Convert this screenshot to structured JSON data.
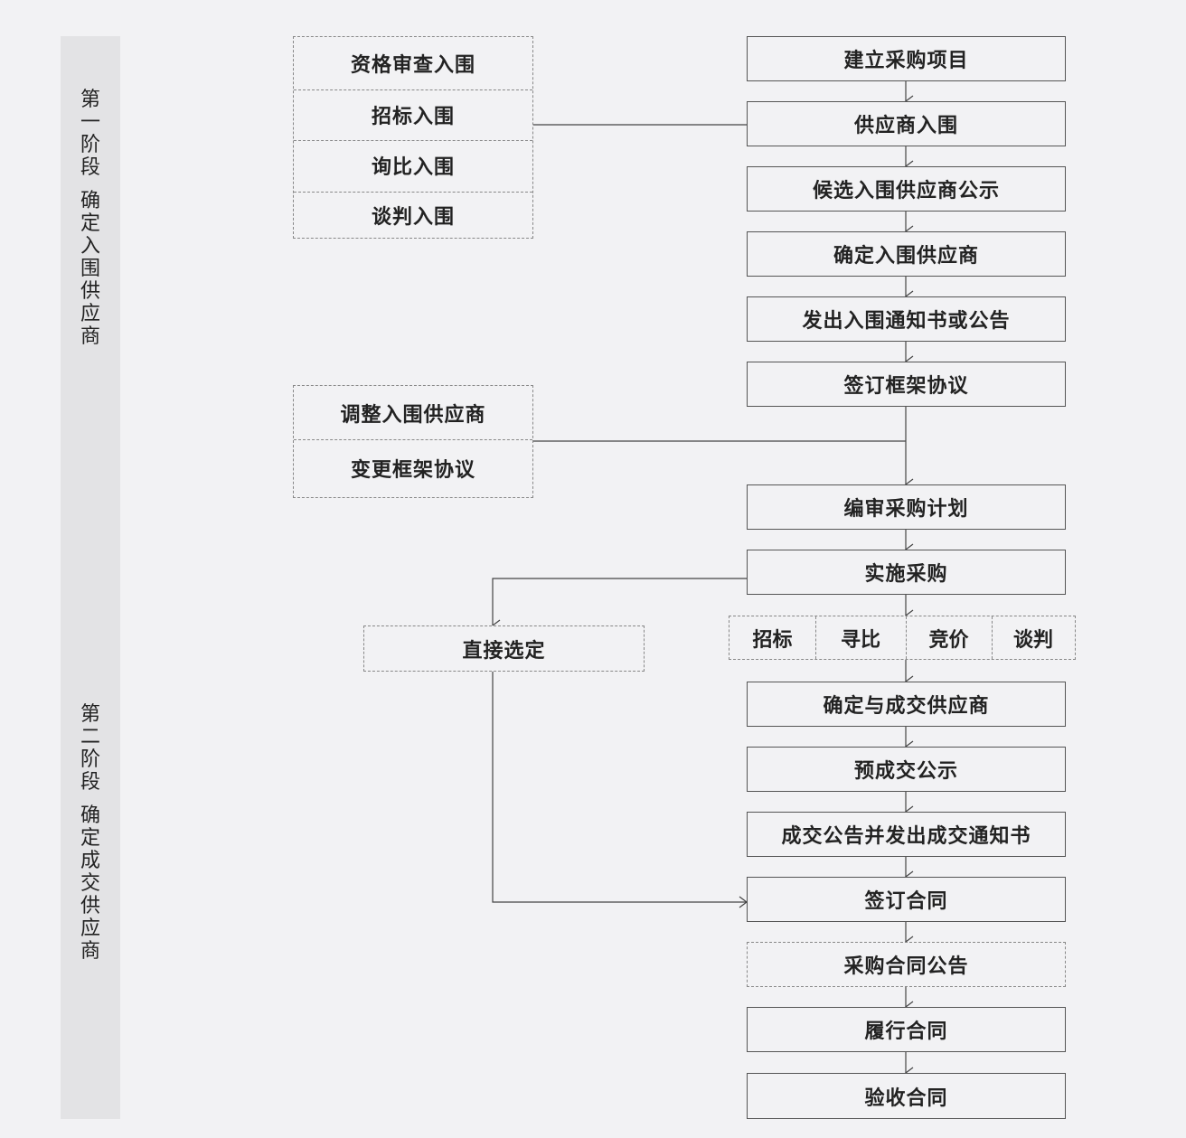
{
  "stages": {
    "one_label": "第一阶段",
    "one_title": "确定入围供应商",
    "two_label": "第二阶段",
    "two_title": "确定成交供应商"
  },
  "main_steps": [
    "建立采购项目",
    "供应商入围",
    "候选入围供应商公示",
    "确定入围供应商",
    "发出入围通知书或公告",
    "签订框架协议",
    "编审采购计划",
    "实施采购",
    "确定与成交供应商",
    "预成交公示",
    "成交公告并发出成交通知书",
    "签订合同",
    "采购合同公告",
    "履行合同",
    "验收合同"
  ],
  "admission_methods": [
    "资格审查入围",
    "招标入围",
    "询比入围",
    "谈判入围"
  ],
  "adjustments": [
    "调整入围供应商",
    "变更框架协议"
  ],
  "procurement_methods": [
    "招标",
    "寻比",
    "竞价",
    "谈判"
  ],
  "direct_selection": "直接选定"
}
